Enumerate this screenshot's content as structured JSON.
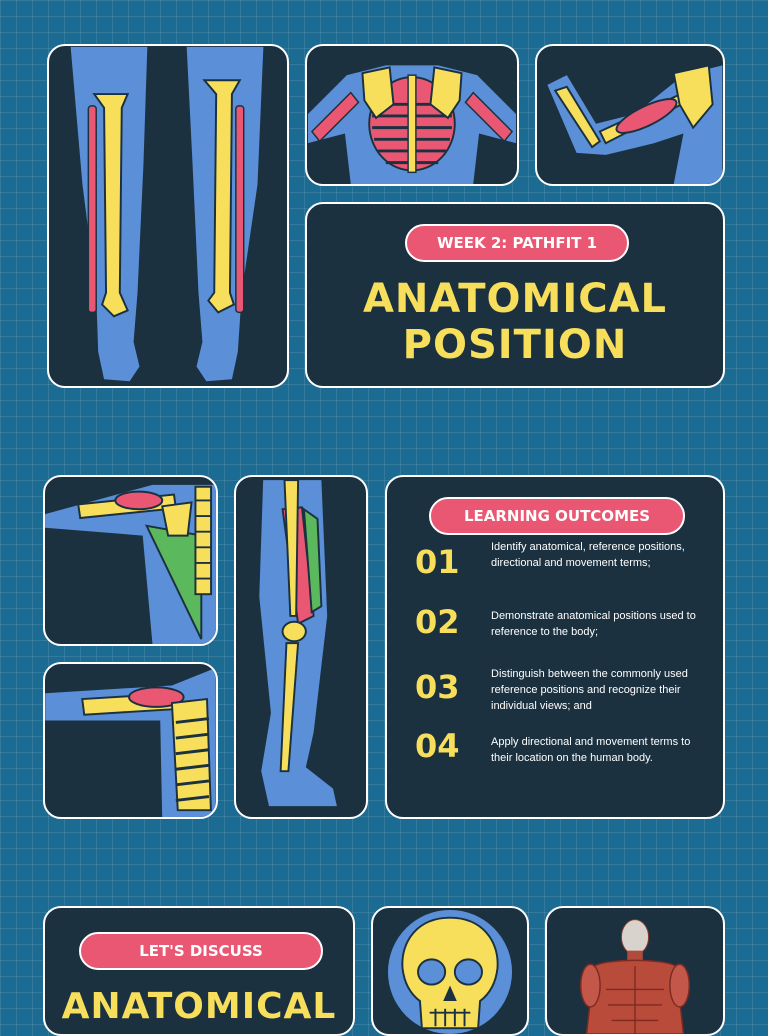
{
  "header_section": {
    "badge": "WEEK 2: PATHFIT 1",
    "title_line1": "ANATOMICAL",
    "title_line2": "POSITION"
  },
  "learning_outcomes": {
    "heading": "LEARNING OUTCOMES",
    "items": [
      {
        "number": "01",
        "text": "Identify anatomical, reference positions, directional and movement terms;"
      },
      {
        "number": "02",
        "text": "Demonstrate anatomical positions used to reference to the body;"
      },
      {
        "number": "03",
        "text": "Distinguish between the commonly used reference positions and recognize their individual views; and"
      },
      {
        "number": "04",
        "text": "Apply directional and movement terms to their location on the human body."
      }
    ]
  },
  "discuss_section": {
    "badge": "LET'S DISCUSS",
    "title": "ANATOMICAL"
  },
  "colors": {
    "background": "#1c6b92",
    "card": "#1b3140",
    "bone": "#f7df5b",
    "muscle": "#ea5773",
    "skin": "#5b8fd8",
    "accent_green": "#5cb85c"
  },
  "illustrations": [
    "legs-bones",
    "torso-ribcage",
    "arm-muscle",
    "shoulder-lats",
    "leg-side",
    "shoulder-side",
    "skull",
    "muscle-body"
  ]
}
